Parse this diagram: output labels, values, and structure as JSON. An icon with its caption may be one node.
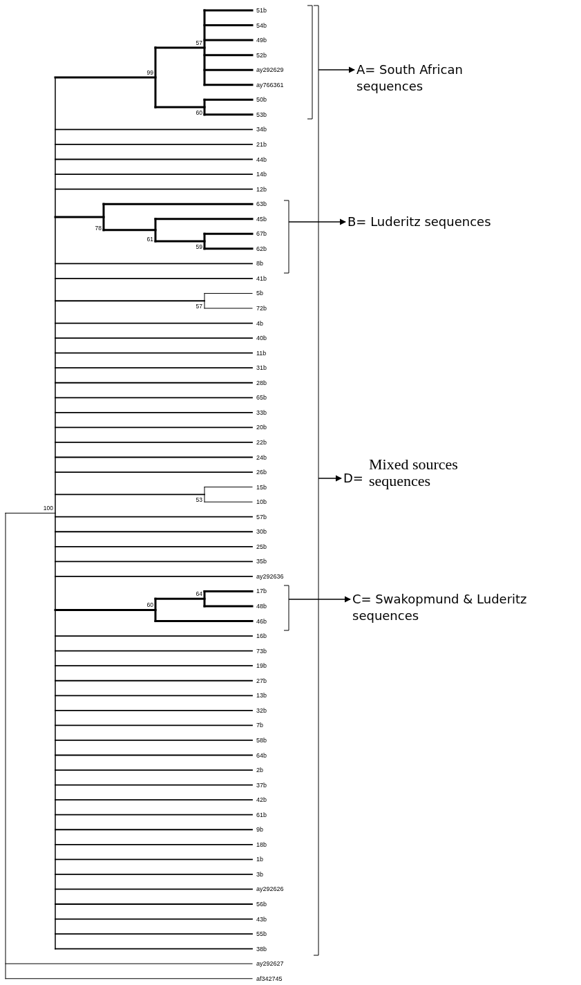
{
  "diagram": {
    "nodes": [
      {
        "text": [
          "A= South African sequences"
        ]
      },
      {
        "text": [
          "B= Luderitz sequences"
        ]
      },
      {
        "text": [
          "D=",
          "Mixed sources sequences"
        ]
      },
      {
        "text": [
          "C= Swakopmund & Luderitz sequences"
        ]
      }
    ],
    "edges": [
      {
        "from": null,
        "to": 0,
        "arrow": "to"
      },
      {
        "from": null,
        "to": 1,
        "arrow": "to"
      },
      {
        "from": null,
        "to": 2,
        "arrow": "to"
      },
      {
        "from": null,
        "to": 3,
        "arrow": "to"
      }
    ],
    "labels": [
      "51b",
      "54b",
      "49b",
      "52b",
      "ay292629",
      "ay766361",
      "50b",
      "53b",
      "34b",
      "21b",
      "44b",
      "14b",
      "12b",
      "63b",
      "45b",
      "67b",
      "62b",
      "8b",
      "41b",
      "5b",
      "72b",
      "4b",
      "40b",
      "11b",
      "31b",
      "28b",
      "65b",
      "33b",
      "20b",
      "22b",
      "24b",
      "26b",
      "15b",
      "10b",
      "57b",
      "30b",
      "25b",
      "35b",
      "ay292636",
      "17b",
      "48b",
      "46b",
      "16b",
      "73b",
      "19b",
      "27b",
      "13b",
      "32b",
      "7b",
      "58b",
      "64b",
      "2b",
      "37b",
      "42b",
      "61b",
      "9b",
      "18b",
      "1b",
      "3b",
      "ay292626",
      "56b",
      "43b",
      "55b",
      "38b",
      "ay292627",
      "af342745",
      "57",
      "99",
      "60",
      "78",
      "61",
      "59",
      "57",
      "53",
      "100",
      "64",
      "60"
    ]
  }
}
